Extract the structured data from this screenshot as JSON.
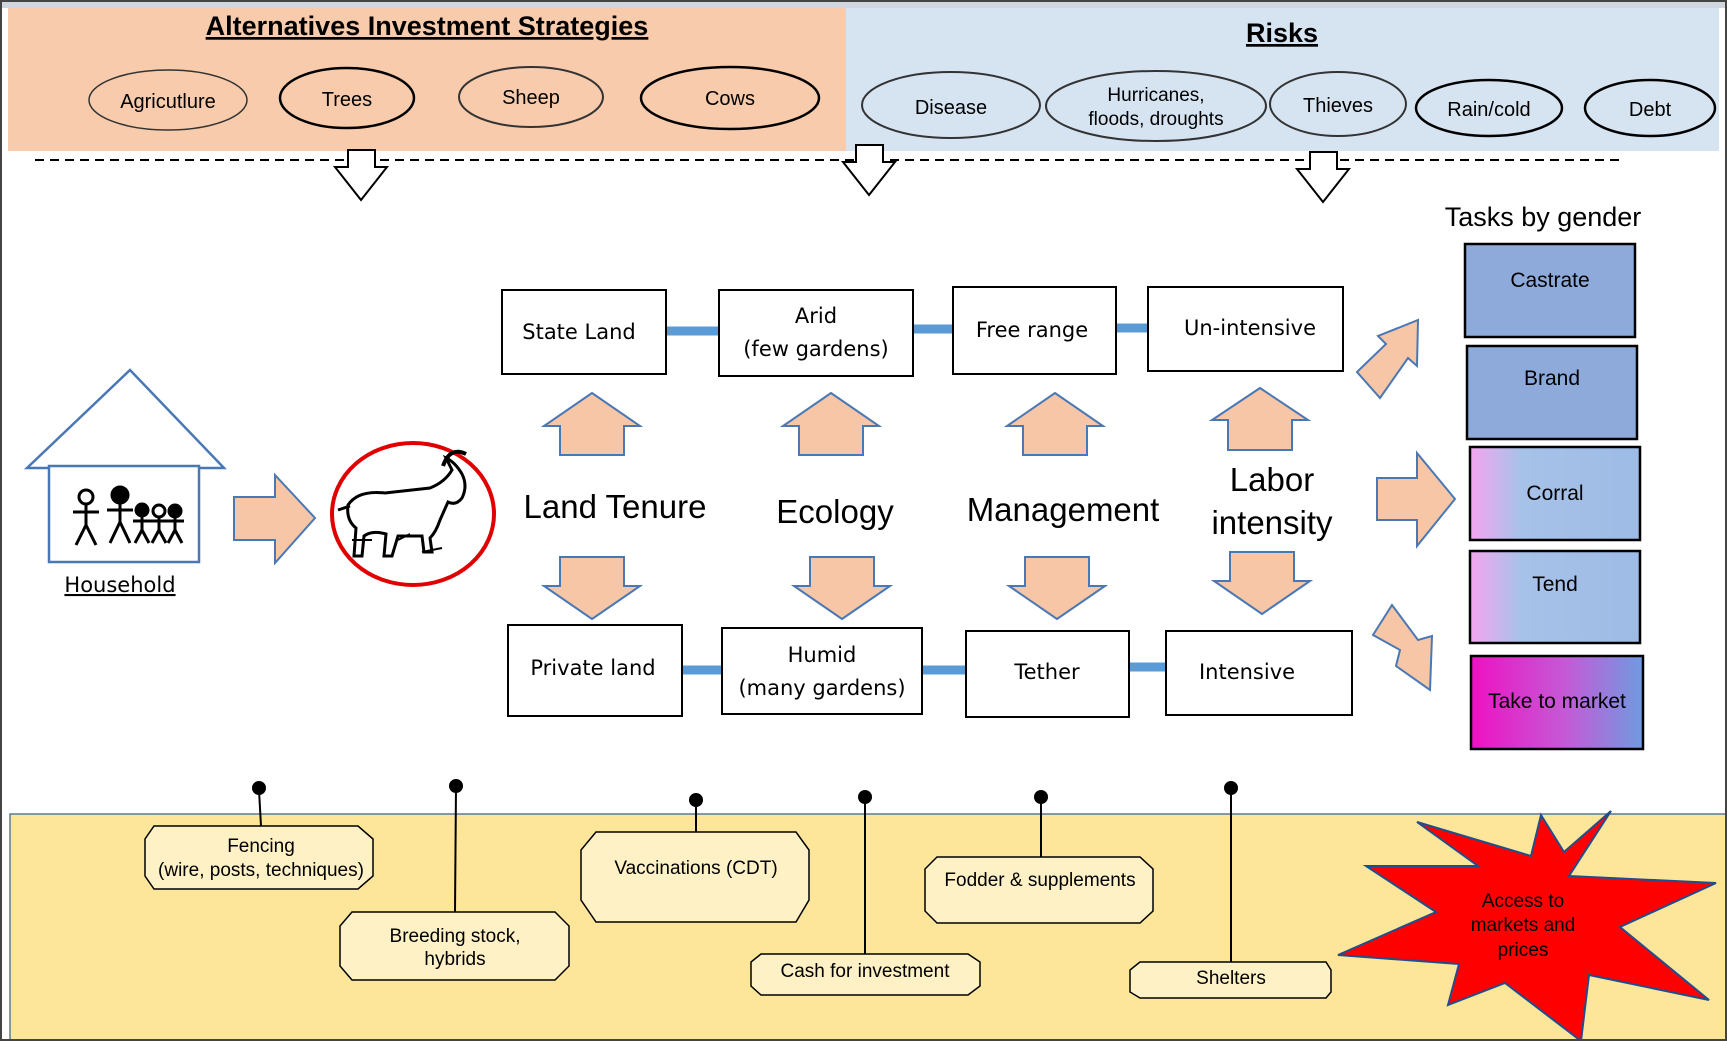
{
  "strategies": {
    "title": "Alternatives Investment Strategies",
    "items": [
      "Agricutlure",
      "Trees",
      "Sheep",
      "Cows"
    ]
  },
  "risks": {
    "title": "Risks",
    "items": [
      "Disease",
      "Hurricanes,",
      "floods, droughts",
      "Thieves",
      "Rain/cold",
      "Debt"
    ]
  },
  "household": {
    "label": "Household"
  },
  "dimensions": {
    "land_tenure": {
      "label": "Land Tenure",
      "top": "State Land",
      "bottom": "Private land"
    },
    "ecology": {
      "label": "Ecology",
      "top_line1": "Arid",
      "top_line2": "(few  gardens)",
      "bottom_line1": "Humid",
      "bottom_line2": "(many gardens)"
    },
    "management": {
      "label": "Management",
      "top": "Free range",
      "bottom": "Tether"
    },
    "labor": {
      "label_line1": "Labor",
      "label_line2": "intensity",
      "top": "Un-intensive",
      "bottom": "Intensive"
    }
  },
  "tasks": {
    "title": "Tasks by gender",
    "items": [
      "Castrate",
      "Brand",
      "Corral",
      "Tend",
      "Take to market"
    ]
  },
  "inputs": {
    "fencing_line1": "Fencing",
    "fencing_line2": "(wire, posts, techniques)",
    "breeding_line1": "Breeding stock,",
    "breeding_line2": "hybrids",
    "vaccinations": "Vaccinations (CDT)",
    "cash": "Cash for investment",
    "fodder": "Fodder & supplements",
    "shelters": "Shelters"
  },
  "access": {
    "line1": "Access to",
    "line2": "markets and",
    "line3": "prices"
  },
  "colors": {
    "strategies_bg": "#f7cbac",
    "risks_bg": "#d6e4f2",
    "bottom_bg": "#fde69a",
    "arrow_fill": "#f7c6a6",
    "arrow_stroke": "#4a78b5",
    "connector": "#5b9bd5",
    "task_blue": "#8eaadb",
    "task_magenta": "#ef0fc3",
    "star_red": "#ff0000"
  }
}
